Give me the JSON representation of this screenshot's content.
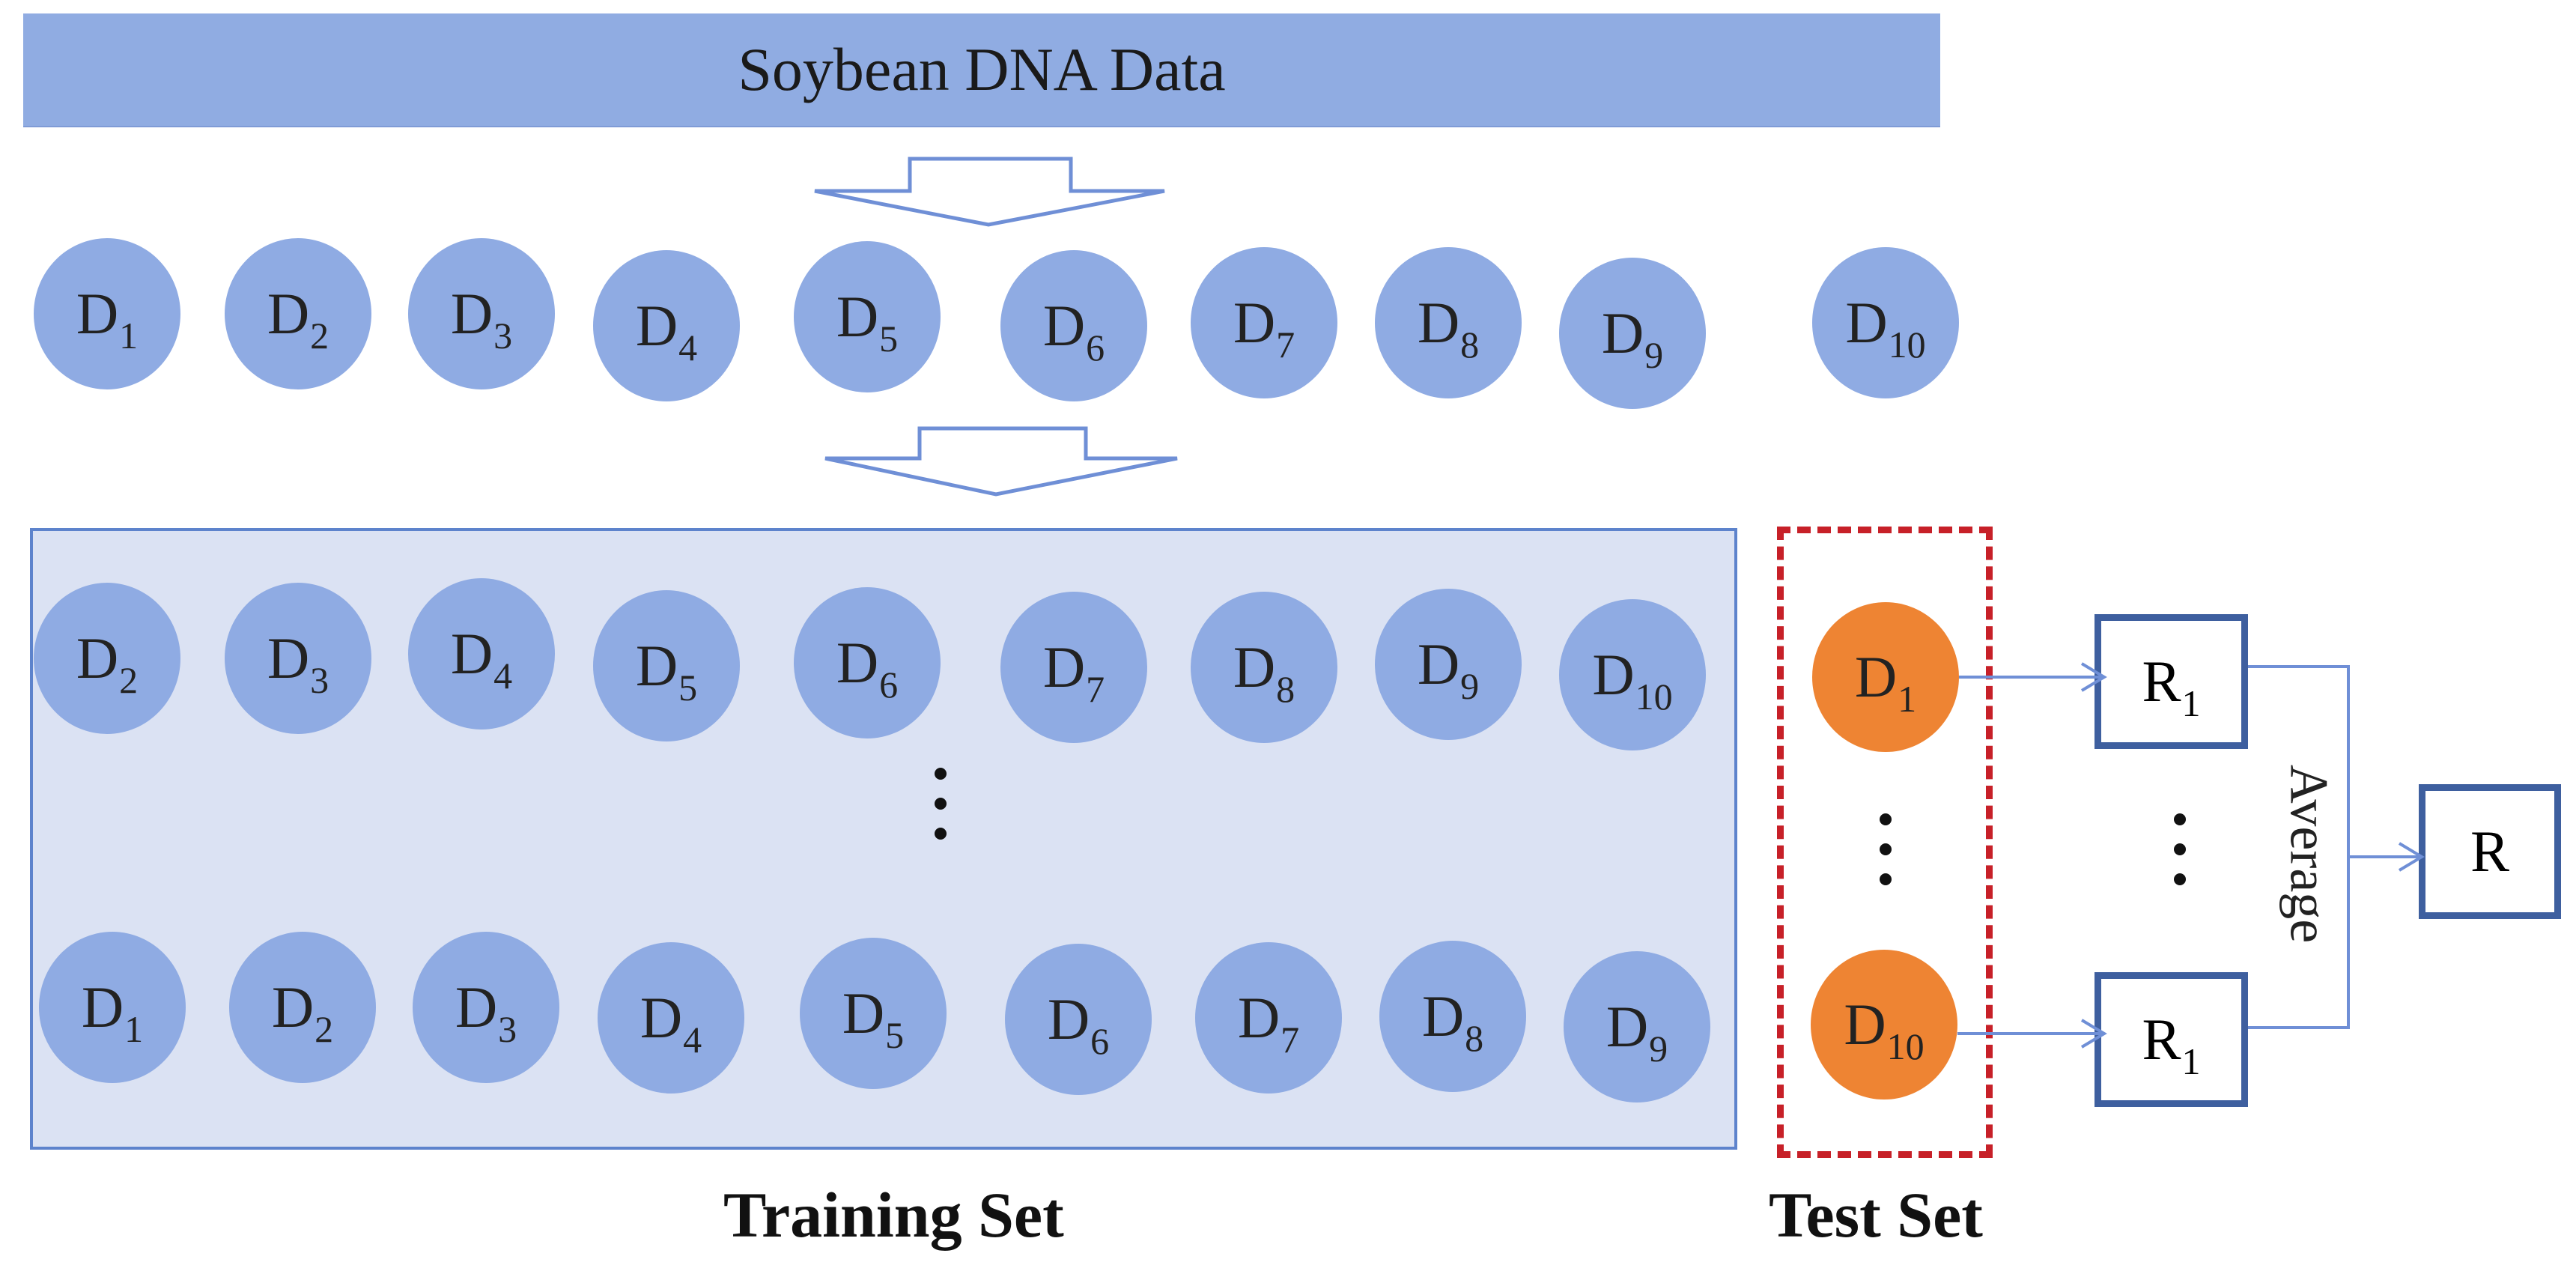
{
  "header": {
    "title": "Soybean DNA Data"
  },
  "folds": [
    {
      "base": "D",
      "sub": "1"
    },
    {
      "base": "D",
      "sub": "2"
    },
    {
      "base": "D",
      "sub": "3"
    },
    {
      "base": "D",
      "sub": "4"
    },
    {
      "base": "D",
      "sub": "5"
    },
    {
      "base": "D",
      "sub": "6"
    },
    {
      "base": "D",
      "sub": "7"
    },
    {
      "base": "D",
      "sub": "8"
    },
    {
      "base": "D",
      "sub": "9"
    },
    {
      "base": "D",
      "sub": "10"
    }
  ],
  "training": {
    "caption": "Training Set",
    "row_top": [
      {
        "base": "D",
        "sub": "2"
      },
      {
        "base": "D",
        "sub": "3"
      },
      {
        "base": "D",
        "sub": "4"
      },
      {
        "base": "D",
        "sub": "5"
      },
      {
        "base": "D",
        "sub": "6"
      },
      {
        "base": "D",
        "sub": "7"
      },
      {
        "base": "D",
        "sub": "8"
      },
      {
        "base": "D",
        "sub": "9"
      },
      {
        "base": "D",
        "sub": "10"
      }
    ],
    "row_bottom": [
      {
        "base": "D",
        "sub": "1"
      },
      {
        "base": "D",
        "sub": "2"
      },
      {
        "base": "D",
        "sub": "3"
      },
      {
        "base": "D",
        "sub": "4"
      },
      {
        "base": "D",
        "sub": "5"
      },
      {
        "base": "D",
        "sub": "6"
      },
      {
        "base": "D",
        "sub": "7"
      },
      {
        "base": "D",
        "sub": "8"
      },
      {
        "base": "D",
        "sub": "9"
      }
    ]
  },
  "test": {
    "caption": "Test Set",
    "top": {
      "base": "D",
      "sub": "1"
    },
    "bottom": {
      "base": "D",
      "sub": "10"
    }
  },
  "results": {
    "top": {
      "base": "R",
      "sub": "1"
    },
    "bottom": {
      "base": "R",
      "sub": "1"
    },
    "average_label": "Average",
    "final": "R"
  },
  "colors": {
    "fold_fill": "#8fabe3",
    "test_fill": "#ee8433",
    "panel_fill": "#dbe2f3",
    "panel_border": "#5d83cc",
    "test_border": "#c72028",
    "result_border": "#3e5f9f",
    "arrow": "#6f8fd6"
  }
}
